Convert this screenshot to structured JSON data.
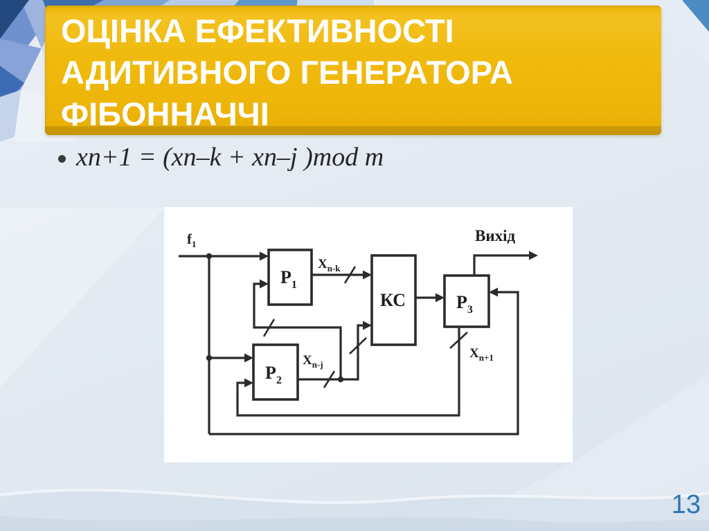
{
  "slide": {
    "title_lines": [
      "ОЦІНКА ЕФЕКТИВНОСТІ",
      "АДИТИВНОГО ГЕНЕРАТОРА",
      "ФІБОННАЧЧІ"
    ],
    "bullet_formula": "xn+1 = (xn–k + xn–j )mod m",
    "page_number": "13"
  },
  "diagram": {
    "input_label": {
      "base": "f",
      "sub": "1"
    },
    "output_label": "Вихід",
    "boxes": {
      "p1": {
        "base": "Р",
        "sub": "1"
      },
      "p2": {
        "base": "Р",
        "sub": "2"
      },
      "p3": {
        "base": "Р",
        "sub": "3"
      },
      "kc": "КС"
    },
    "bus_labels": {
      "xnk": {
        "base": "X",
        "sub": "n-k"
      },
      "xnj": {
        "base": "X",
        "sub": "n-j"
      },
      "xn1": {
        "base": "X",
        "sub": "n+1"
      }
    }
  },
  "colors": {
    "banner_gold": "#EFB70B",
    "banner_gold_dark": "#CB9A05",
    "title_text": "#FFFFFF",
    "page_number_blue": "#2E74B5",
    "background": "#E3EAF2",
    "diagram_line": "#2B2B2B",
    "panel": "#FFFFFF"
  }
}
